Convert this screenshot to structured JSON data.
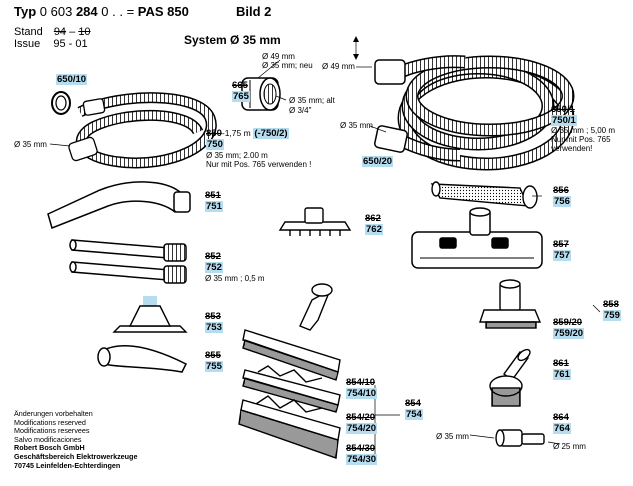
{
  "header": {
    "typ_label": "Typ",
    "typ_num": "0 603",
    "typ_bold": "284",
    "typ_rest": "0 . . =",
    "model": "PAS 850",
    "bild": "Bild 2",
    "stand_label": "Stand",
    "stand_old": "94",
    "stand_new": "10",
    "issue_label": "Issue",
    "issue_value": "95 - 01"
  },
  "system_title": "System Ø 35 mm",
  "labels": {
    "p650_10": "650/10",
    "d35_a": "Ø 35 mm",
    "p665": "665",
    "p765": "765",
    "d49_a": "Ø 49 mm",
    "d35_neu": "Ø 35 mm; neu",
    "d35_alt": "Ø 35 mm; alt",
    "d34": "Ø 3/4\"",
    "p850": "850",
    "p850_len": "-1,75 m",
    "p750_2": "(-750/2)",
    "p750": "750",
    "d35_2m": "Ø 35 mm; 2.00 m",
    "nur765_a": "Nur mit Pos. 765 verwenden !",
    "d49_b": "Ø 49 mm",
    "d35_b": "Ø 35 mm",
    "p650_20": "650/20",
    "p650_1": "650/1",
    "p750_1": "750/1",
    "d35_5m": "Ø 35 mm ; 5,00 m",
    "nur765_b1": "Nur mit Pos. 765",
    "nur765_b2": "verwenden!",
    "p851": "851",
    "p751": "751",
    "p862": "862",
    "p762": "762",
    "p856": "856",
    "p756": "756",
    "p857": "857",
    "p757": "757",
    "p852": "852",
    "p752": "752",
    "d35_05m": "Ø 35 mm ; 0,5 m",
    "p853": "853",
    "p753": "753",
    "p855": "855",
    "p755": "755",
    "p858": "858",
    "p759": "759",
    "p859_20": "859/20",
    "p759_20": "759/20",
    "p861": "861",
    "p761": "761",
    "p854_10": "854/10",
    "p754_10": "754/10",
    "p854": "854",
    "p754": "754",
    "p854_20": "854/20",
    "p754_20": "754/20",
    "p854_30": "854/30",
    "p754_30": "754/30",
    "p864": "864",
    "p764": "764",
    "d35_c": "Ø 35 mm",
    "d25": "Ø 25 mm"
  },
  "footer": {
    "line1": "Änderungen vorbehalten",
    "line2": "Modifications reserved",
    "line3": "Modifications reservees",
    "line4": "Salvo modificaciones",
    "line5": "Robert Bosch GmbH",
    "line6": "Geschäftsbereich Elektrowerkzeuge",
    "line7": "70745 Leinfelden-Echterdingen"
  },
  "colors": {
    "highlight": "#b5dcef"
  }
}
